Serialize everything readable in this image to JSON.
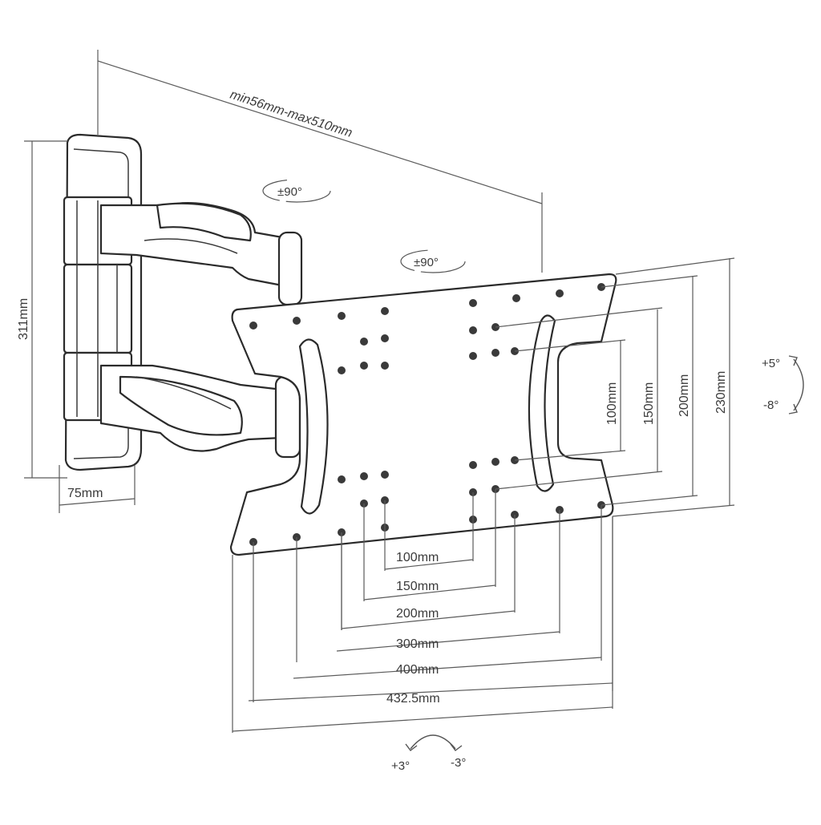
{
  "diagram": {
    "labels": {
      "arm_extension": "min56mm-max510mm",
      "swivel_arm": "±90°",
      "rotate_plate": "±90°",
      "wall_height": "311mm",
      "wall_depth": "75mm",
      "vesa_v_100": "100mm",
      "vesa_v_150": "150mm",
      "vesa_v_200": "200mm",
      "vesa_v_230": "230mm",
      "tilt_up": "+5°",
      "tilt_down": "-8°",
      "vesa_h_100": "100mm",
      "vesa_h_150": "150mm",
      "vesa_h_200": "200mm",
      "vesa_h_300": "300mm",
      "vesa_h_400": "400mm",
      "plate_width": "432.5mm",
      "level_plus": "+3°",
      "level_minus": "-3°"
    }
  }
}
